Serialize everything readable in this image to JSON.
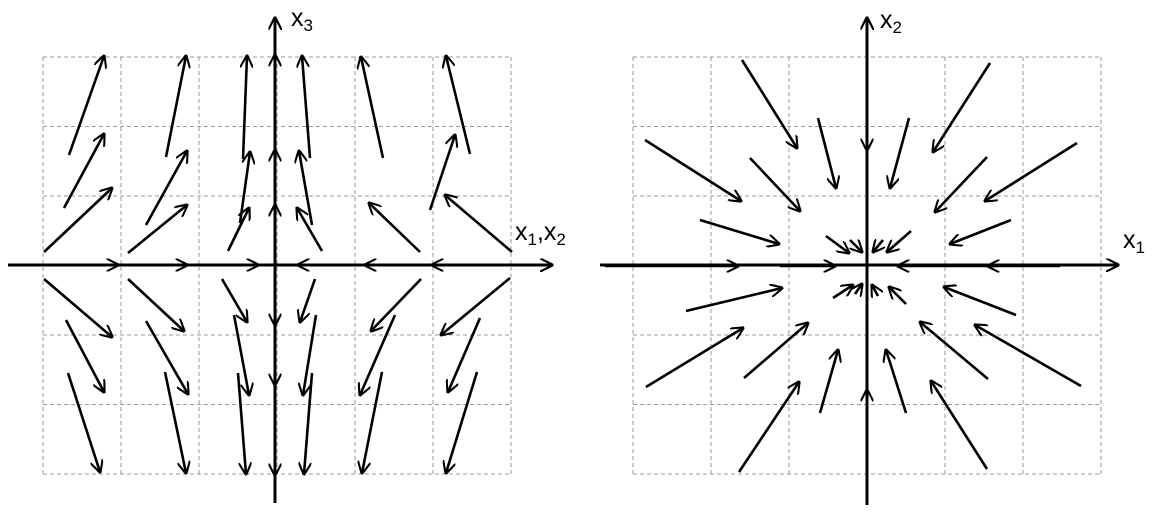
{
  "colors": {
    "background": "#ffffff",
    "stroke": "#000000",
    "grid": "#999999"
  },
  "diagrams": [
    {
      "id": "left",
      "vertical_axis": {
        "var": "x",
        "sub": "3"
      },
      "horizontal_axis": {
        "var": "x",
        "sub": "1",
        "sep": ",",
        "var2": "x",
        "sub2": "2"
      }
    },
    {
      "id": "right",
      "vertical_axis": {
        "var": "x",
        "sub": "2"
      },
      "horizontal_axis": {
        "var": "x",
        "sub": "1"
      }
    }
  ]
}
